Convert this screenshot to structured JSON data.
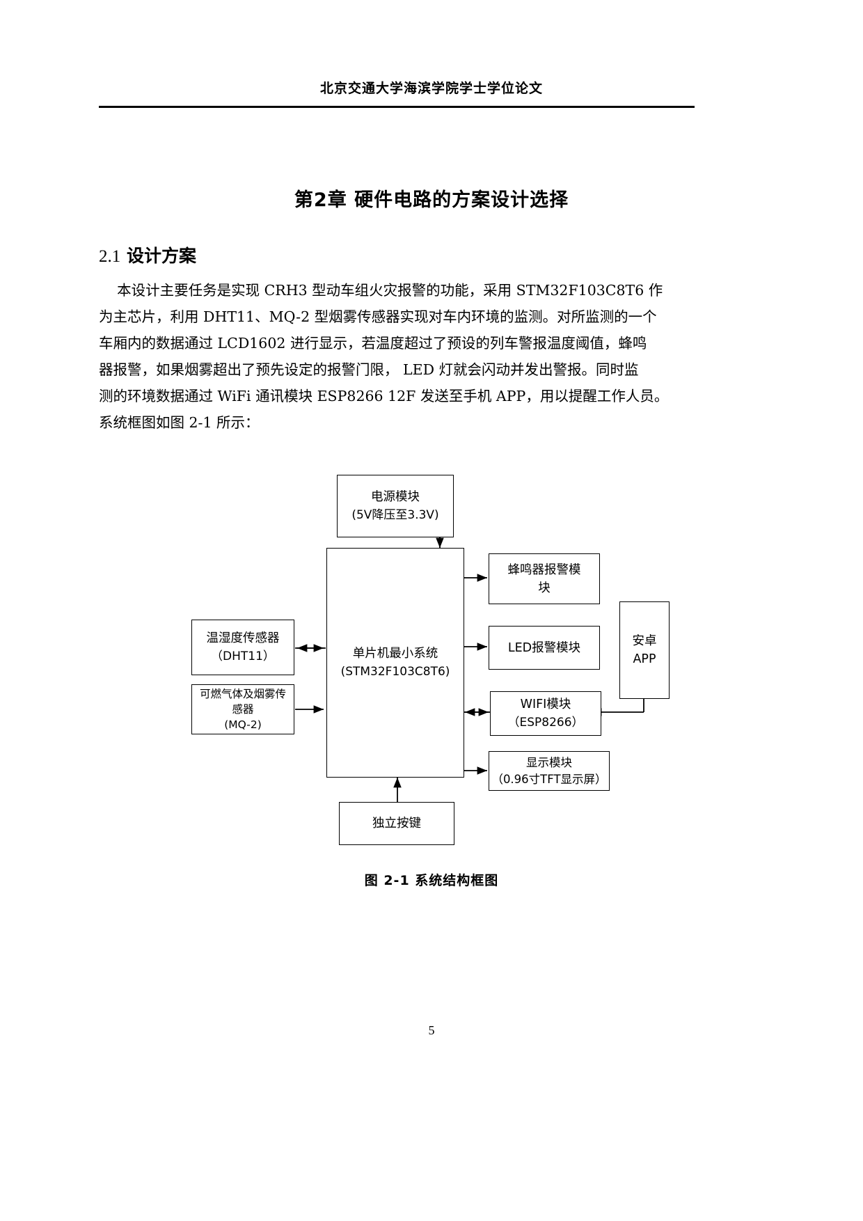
{
  "header": {
    "running_head": "北京交通大学海滨学院学士学位论文"
  },
  "chapter": {
    "title": "第2章  硬件电路的方案设计选择"
  },
  "section": {
    "number": "2.1",
    "title": "设计方案"
  },
  "body": {
    "lines": [
      "    本设计主要任务是实现 CRH3 型动车组火灾报警的功能，采用 STM32F103C8T6 作",
      "为主芯片，利用 DHT11、MQ-2 型烟雾传感器实现对车内环境的监测。对所监测的一个",
      "车厢内的数据通过 LCD1602 进行显示，若温度超过了预设的列车警报温度阈值，蜂鸣",
      "器报警，如果烟雾超出了预先设定的报警门限， LED 灯就会闪动并发出警报。同时监",
      "测的环境数据通过 WiFi 通讯模块 ESP8266 12F 发送至手机 APP，用以提醒工作人员。",
      "系统框图如图 2-1 所示："
    ]
  },
  "figure": {
    "caption": "图 2-1  系统结构框图",
    "blocks": {
      "power": {
        "line1": "电源模块",
        "line2": "(5V降压至3.3V)"
      },
      "mcu": {
        "line1": "单片机最小系统",
        "line2": "(STM32F103C8T6)"
      },
      "dht11": {
        "line1": "温湿度传感器",
        "line2": "（DHT11）"
      },
      "mq2": {
        "line1": "可燃气体及烟雾传",
        "line2": "感器",
        "line3": "(MQ-2)"
      },
      "buzzer": {
        "line1": "蜂鸣器报警模",
        "line2": "块"
      },
      "led": {
        "line1": "LED报警模块"
      },
      "wifi": {
        "line1": "WIFI模块",
        "line2": "（ESP8266）"
      },
      "android": {
        "line1": "安卓",
        "line2": "APP"
      },
      "display": {
        "line1": "显示模块",
        "line2": "（0.96寸TFT显示屏）"
      },
      "button": {
        "line1": "独立按键"
      }
    }
  },
  "page": {
    "number": "5"
  },
  "colors": {
    "text": "#000000",
    "background": "#ffffff",
    "rule": "#000000"
  }
}
